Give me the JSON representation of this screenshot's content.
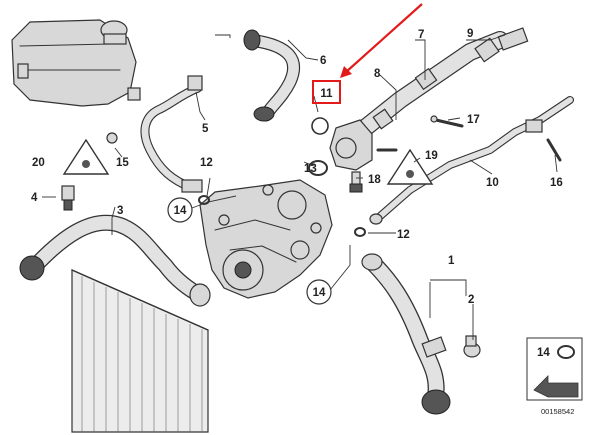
{
  "callouts": {
    "c1": "1",
    "c2": "2",
    "c3": "3",
    "c4": "4",
    "c5": "5",
    "c6": "6",
    "c7": "7",
    "c8": "8",
    "c9": "9",
    "c10": "10",
    "c11": "11",
    "c12a": "12",
    "c12b": "12",
    "c13": "13",
    "c14a": "14",
    "c14b": "14",
    "c15": "15",
    "c16": "16",
    "c17": "17",
    "c18": "18",
    "c19": "19",
    "c20": "20"
  },
  "legend": {
    "label": "14"
  },
  "reference_number": "00158542",
  "colors": {
    "highlight": "#e31a1a",
    "line": "#333333",
    "part_fill": "#d8d8d8"
  }
}
